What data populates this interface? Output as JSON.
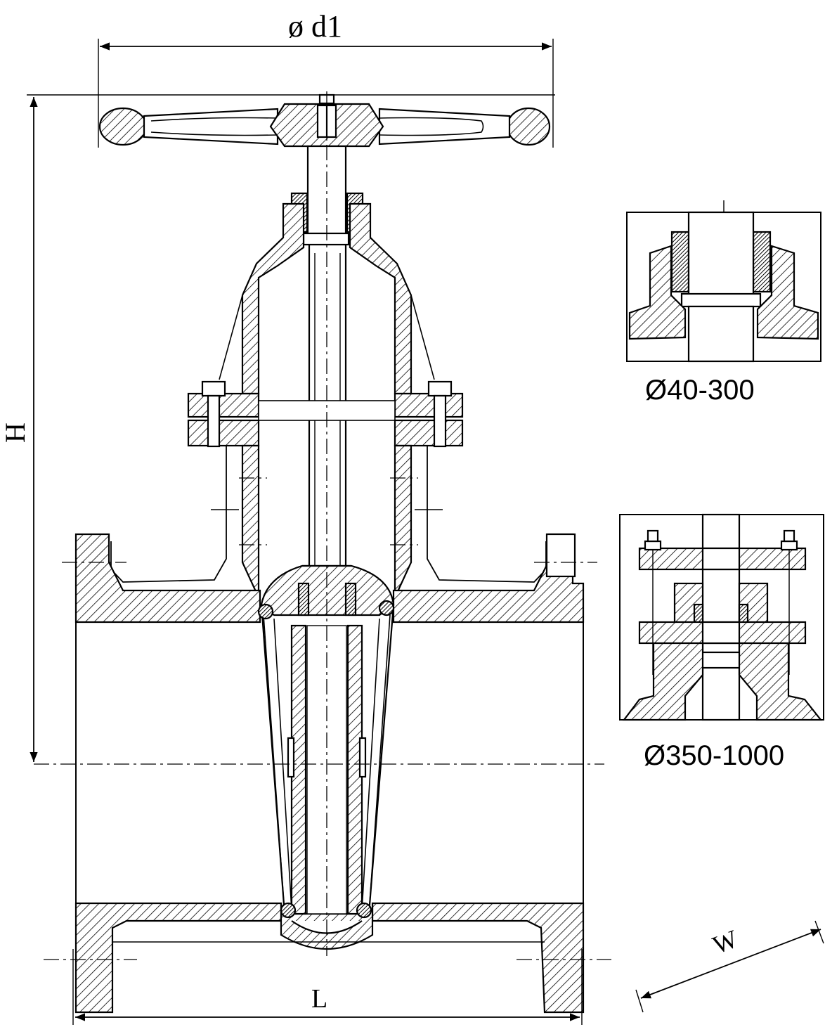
{
  "dimensions": {
    "handwheel_diameter": "ø d1",
    "height": "H",
    "length": "L",
    "width": "W"
  },
  "details": [
    {
      "label": "Ø40-300"
    },
    {
      "label": "Ø350-1000"
    }
  ],
  "colors": {
    "line": "#000000",
    "background": "#ffffff"
  }
}
